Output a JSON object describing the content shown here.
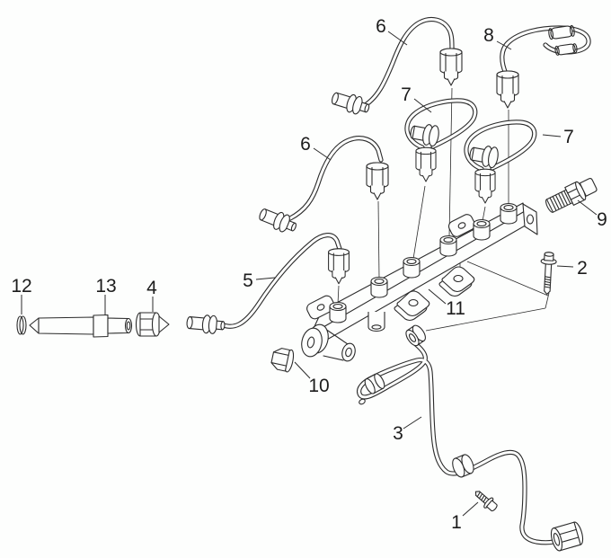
{
  "figure": {
    "type": "exploded-parts-diagram",
    "background_color": "#fdfefd",
    "line_color": "#2b2b2b",
    "label_color": "#1c1c1c"
  },
  "callouts": [
    {
      "id": "6-top",
      "label": "6"
    },
    {
      "id": "8",
      "label": "8"
    },
    {
      "id": "7-upper",
      "label": "7"
    },
    {
      "id": "6-lower",
      "label": "6"
    },
    {
      "id": "7-right",
      "label": "7"
    },
    {
      "id": "9",
      "label": "9"
    },
    {
      "id": "2",
      "label": "2"
    },
    {
      "id": "12",
      "label": "12"
    },
    {
      "id": "13",
      "label": "13"
    },
    {
      "id": "4",
      "label": "4"
    },
    {
      "id": "5",
      "label": "5"
    },
    {
      "id": "11",
      "label": "11"
    },
    {
      "id": "10",
      "label": "10"
    },
    {
      "id": "3",
      "label": "3"
    },
    {
      "id": "1",
      "label": "1"
    }
  ]
}
